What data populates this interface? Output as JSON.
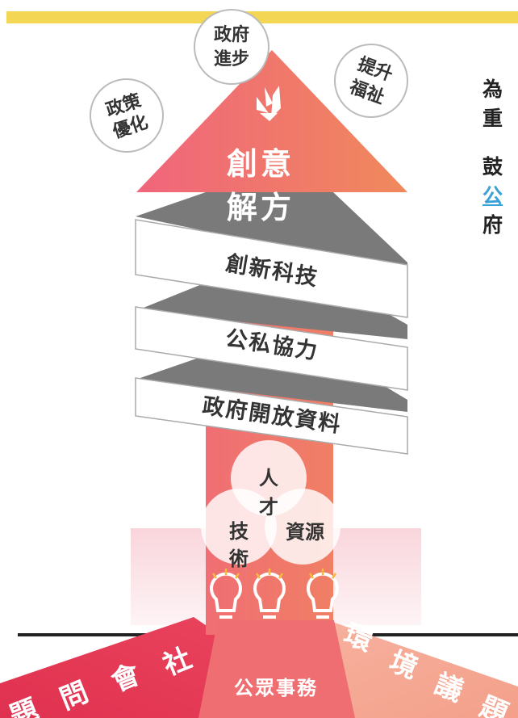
{
  "colors": {
    "top_bar": "#f2d654",
    "arrow_start": "#f0657c",
    "arrow_end": "#f0895c",
    "link": "#3aa0d8",
    "bulb": "#f6b93a"
  },
  "arrow": {
    "title_line1": "創意",
    "title_line2": "解方",
    "icon": "origami-crane-icon"
  },
  "bubbles": [
    {
      "line1": "政府",
      "line2": "進步"
    },
    {
      "line1": "政策",
      "line2": "優化"
    },
    {
      "line1": "提升",
      "line2": "福祉"
    }
  ],
  "ribbons": [
    "創新科技",
    "公私協力",
    "政府開放資料"
  ],
  "resources": {
    "talent": {
      "line1": "人",
      "line2": "才"
    },
    "tech": {
      "line1": "技",
      "line2": "術"
    },
    "resource": "資源"
  },
  "bulbs": {
    "icon": "lightbulb-icon",
    "count": 3
  },
  "base": {
    "center": "公眾事務",
    "left": [
      "社",
      "會",
      "問",
      "題"
    ],
    "right": [
      "環",
      "境",
      "議",
      "題"
    ]
  },
  "side_text": {
    "lines": [
      "為",
      "重",
      "鼓",
      "公",
      "府"
    ]
  }
}
